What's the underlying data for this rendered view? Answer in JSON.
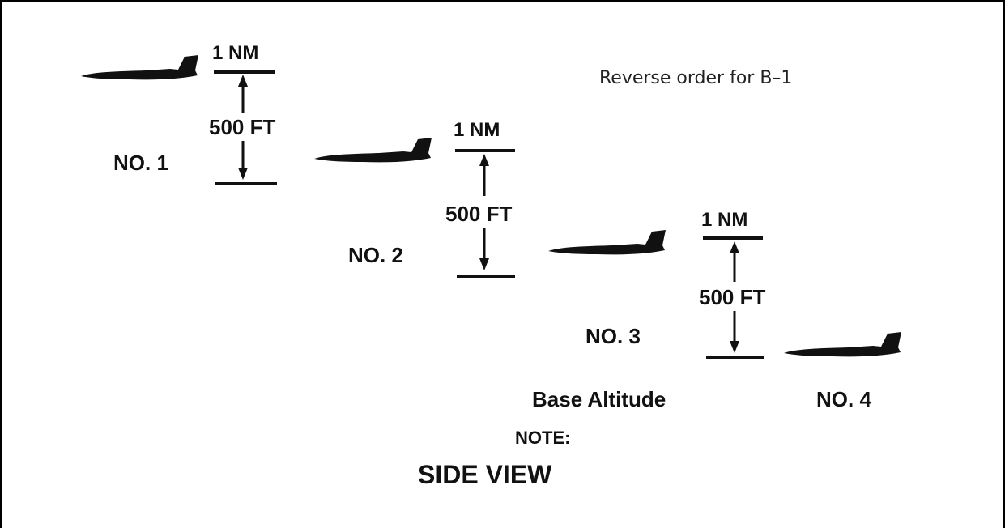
{
  "note_text": "Reverse order for B–1",
  "aircraft": [
    {
      "label": "NO. 1"
    },
    {
      "label": "NO. 2"
    },
    {
      "label": "NO. 3"
    },
    {
      "label": "NO. 4"
    }
  ],
  "separations": [
    {
      "horizontal": "1 NM",
      "vertical": "500 FT"
    },
    {
      "horizontal": "1 NM",
      "vertical": "500 FT"
    },
    {
      "horizontal": "1 NM",
      "vertical": "500 FT"
    }
  ],
  "base_altitude_label": "Base Altitude",
  "note_label": "NOTE:",
  "view_title": "SIDE VIEW",
  "icons": {
    "aircraft": "fighter-jet-silhouette-icon",
    "arrow": "double-arrow-icon"
  },
  "colors": {
    "ink": "#111111",
    "border": "#000000",
    "background": "#ffffff"
  }
}
